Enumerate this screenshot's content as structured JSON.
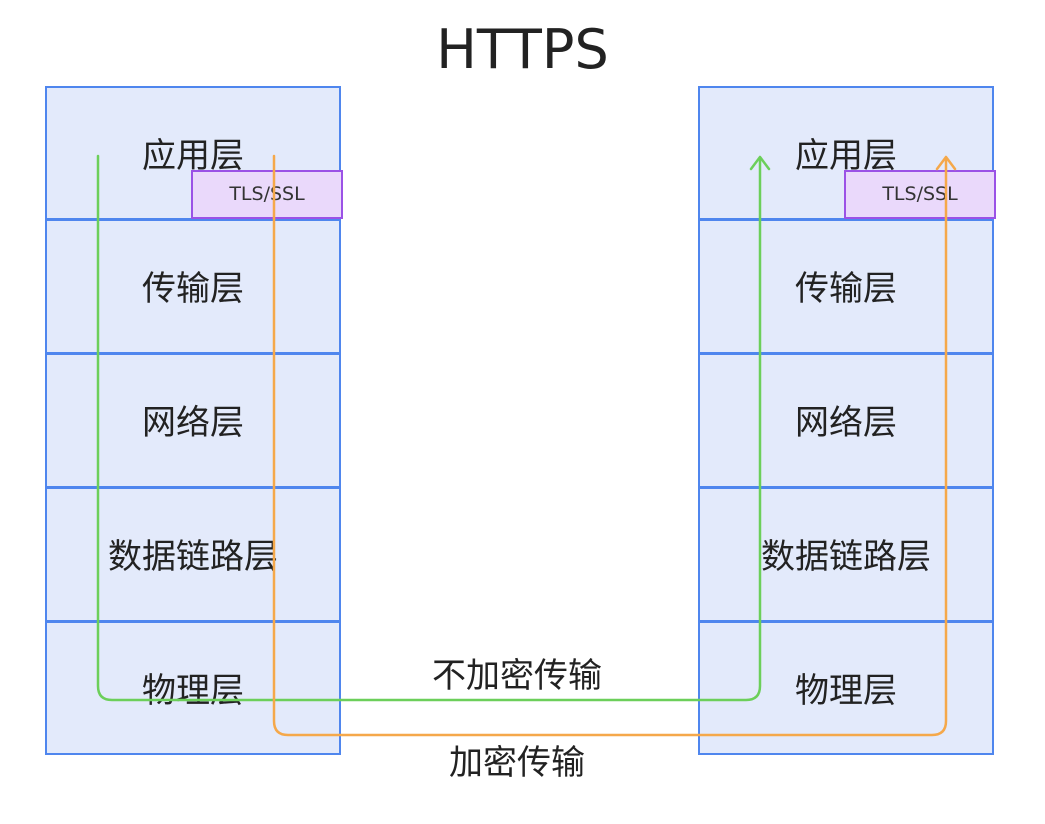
{
  "title": "HTTPS",
  "left_stack": {
    "layers": [
      "应用层",
      "传输层",
      "网络层",
      "数据链路层",
      "物理层"
    ],
    "tls_label": "TLS/SSL"
  },
  "right_stack": {
    "layers": [
      "应用层",
      "传输层",
      "网络层",
      "数据链路层",
      "物理层"
    ],
    "tls_label": "TLS/SSL"
  },
  "routes": {
    "unencrypted": {
      "label": "不加密传输",
      "color": "#6ccf5a"
    },
    "encrypted": {
      "label": "加密传输",
      "color": "#f5a84a"
    }
  },
  "colors": {
    "layer_fill": "#e3eafb",
    "layer_border": "#4f86ee",
    "tls_fill": "#ead9fb",
    "tls_border": "#9b52e6"
  }
}
